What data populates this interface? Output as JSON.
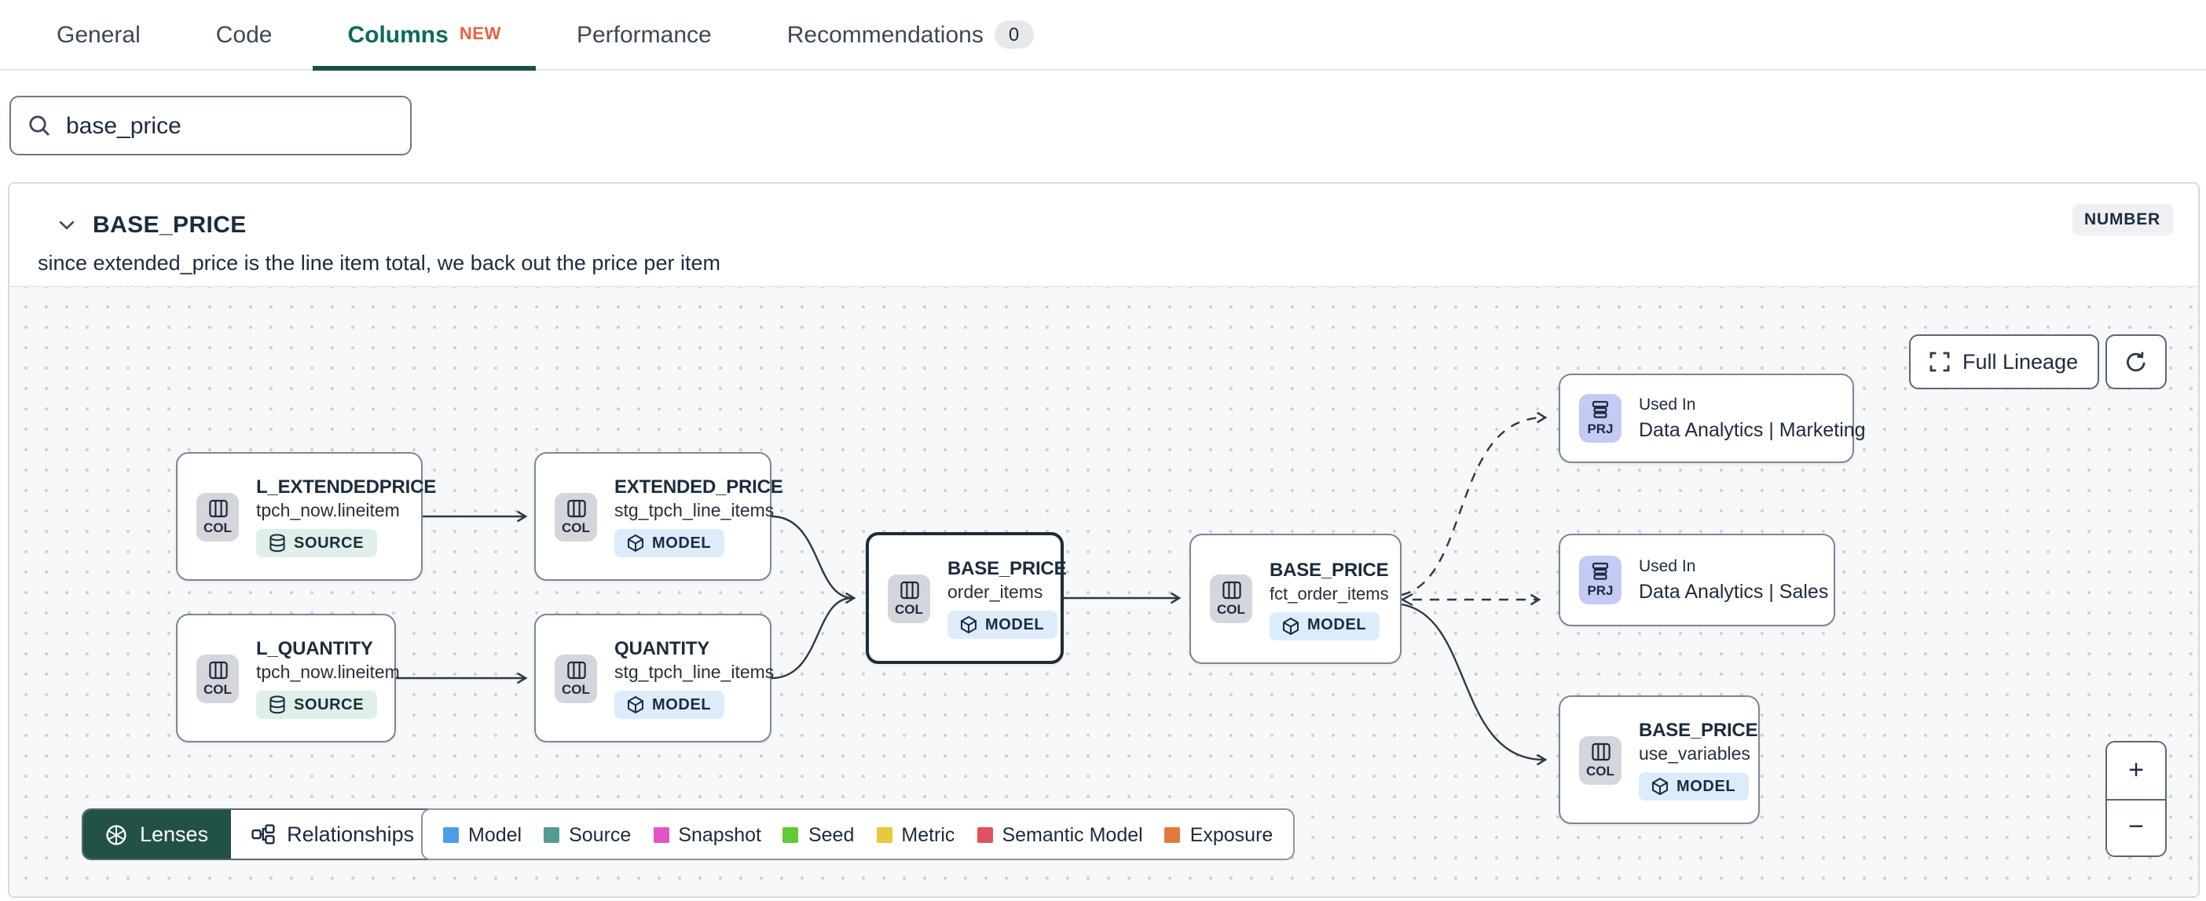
{
  "tabs": [
    {
      "label": "General"
    },
    {
      "label": "Code"
    },
    {
      "label": "Columns",
      "badge": "NEW"
    },
    {
      "label": "Performance"
    },
    {
      "label": "Recommendations",
      "count": "0"
    }
  ],
  "search": {
    "value": "base_price"
  },
  "column_card": {
    "name": "BASE_PRICE",
    "data_type": "NUMBER",
    "description": "since extended_price is the line item total, we back out the price per item"
  },
  "lineage": {
    "controls": {
      "full_lineage_label": "Full Lineage",
      "zoom_in_label": "+",
      "zoom_out_label": "−",
      "lenses_label": "Lenses",
      "relationships_label": "Relationships"
    },
    "nodes": [
      {
        "kind": "COL",
        "title": "L_EXTENDEDPRICE",
        "subtitle": "tpch_now.lineitem",
        "badge": "SOURCE"
      },
      {
        "kind": "COL",
        "title": "EXTENDED_PRICE",
        "subtitle": "stg_tpch_line_items",
        "badge": "MODEL"
      },
      {
        "kind": "COL",
        "title": "L_QUANTITY",
        "subtitle": "tpch_now.lineitem",
        "badge": "SOURCE"
      },
      {
        "kind": "COL",
        "title": "QUANTITY",
        "subtitle": "stg_tpch_line_items",
        "badge": "MODEL"
      },
      {
        "kind": "COL",
        "title": "BASE_PRICE",
        "subtitle": "order_items",
        "badge": "MODEL",
        "selected": true
      },
      {
        "kind": "COL",
        "title": "BASE_PRICE",
        "subtitle": "fct_order_items",
        "badge": "MODEL"
      },
      {
        "kind": "PRJ",
        "title": "Used In",
        "subtitle": "Data Analytics | Marketing"
      },
      {
        "kind": "PRJ",
        "title": "Used In",
        "subtitle": "Data Analytics | Sales"
      },
      {
        "kind": "COL",
        "title": "BASE_PRICE",
        "subtitle": "use_variables",
        "badge": "MODEL"
      }
    ],
    "legend": [
      {
        "label": "Model",
        "color": "#4e9ce8"
      },
      {
        "label": "Source",
        "color": "#559b93"
      },
      {
        "label": "Snapshot",
        "color": "#e155c9"
      },
      {
        "label": "Seed",
        "color": "#62c939"
      },
      {
        "label": "Metric",
        "color": "#e8c83d"
      },
      {
        "label": "Semantic Model",
        "color": "#e0525e"
      },
      {
        "label": "Exposure",
        "color": "#e2793f"
      }
    ],
    "colors": {
      "active_tab": "#0e6a5c",
      "tab_underline": "#1b5049",
      "new_badge": "#ed5f3f",
      "lenses_button": "#215147",
      "source_badge_bg": "#def0e9",
      "model_badge_bg": "#ddecfb",
      "col_badge_bg": "#d4d6dc",
      "prj_badge_bg": "#c5caf5"
    }
  }
}
